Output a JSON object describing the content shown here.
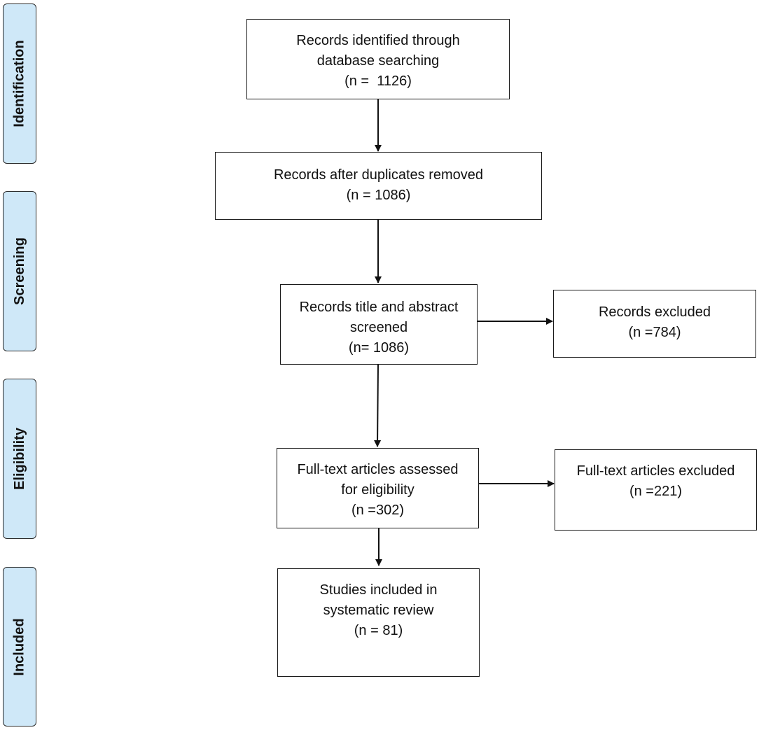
{
  "phases": {
    "identification": "Identification",
    "screening": "Screening",
    "eligibility": "Eligibility",
    "included": "Included"
  },
  "boxes": {
    "identified": {
      "line1": "Records identified through",
      "line2": "database searching",
      "line3": "(n =  1126)"
    },
    "duplicates_removed": {
      "line1": "Records after duplicates removed",
      "line2": "(n = 1086)"
    },
    "screened": {
      "line1": "Records title and abstract",
      "line2": "screened",
      "line3": "(n= 1086)"
    },
    "records_excluded": {
      "line1": "Records excluded",
      "line2": "(n =784)"
    },
    "fulltext_assessed": {
      "line1": "Full-text articles assessed",
      "line2": "for eligibility",
      "line3": "(n =302)"
    },
    "fulltext_excluded": {
      "line1": "Full-text articles excluded",
      "line2": "(n =221)"
    },
    "included": {
      "line1": "Studies included in",
      "line2": "systematic review",
      "line3": "(n = 81)"
    }
  },
  "colors": {
    "phase_fill": "#cfe8f8",
    "stroke": "#1a1a1a"
  }
}
